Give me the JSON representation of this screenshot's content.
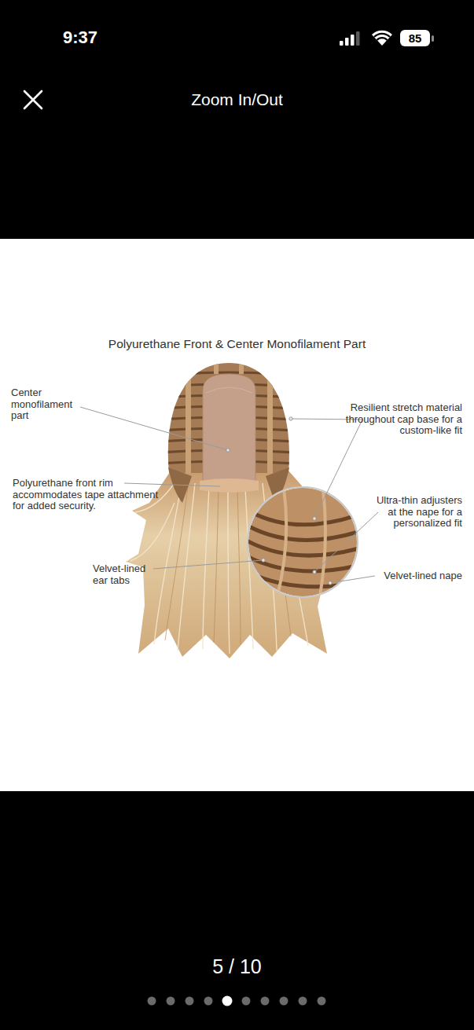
{
  "diagram": {
    "title": "Polyurethane Front & Center Monofilament Part",
    "nodes": [
      {
        "text": [
          "85"
        ]
      }
    ],
    "labels": [
      "9:37",
      "Zoom In/Out",
      "Center monofilament part",
      "Polyurethane front rim accommodates tape attachment for added security.",
      "Velvet-lined ear tabs",
      "Resilient stretch material throughout cap base for a custom-like fit",
      "Ultra-thin adjusters at the nape for a personalized fit",
      "Velvet-lined nape",
      "5 / 10"
    ]
  }
}
